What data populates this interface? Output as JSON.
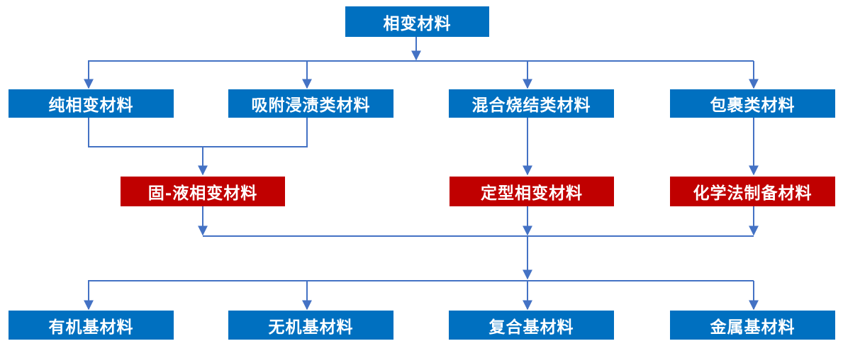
{
  "colors": {
    "primary": "#0070C0",
    "highlight": "#C00000",
    "connector": "#4472C4",
    "text": "#FFFFFF"
  },
  "root": {
    "label": "相变材料"
  },
  "categories": [
    {
      "label": "纯相变材料"
    },
    {
      "label": "吸附浸渍类材料"
    },
    {
      "label": "混合烧结类材料"
    },
    {
      "label": "包裹类材料"
    }
  ],
  "intermediate": [
    {
      "label": "固-液相变材料"
    },
    {
      "label": "定型相变材料"
    },
    {
      "label": "化学法制备材料"
    }
  ],
  "substrates": [
    {
      "label": "有机基材料"
    },
    {
      "label": "无机基材料"
    },
    {
      "label": "复合基材料"
    },
    {
      "label": "金属基材料"
    }
  ]
}
